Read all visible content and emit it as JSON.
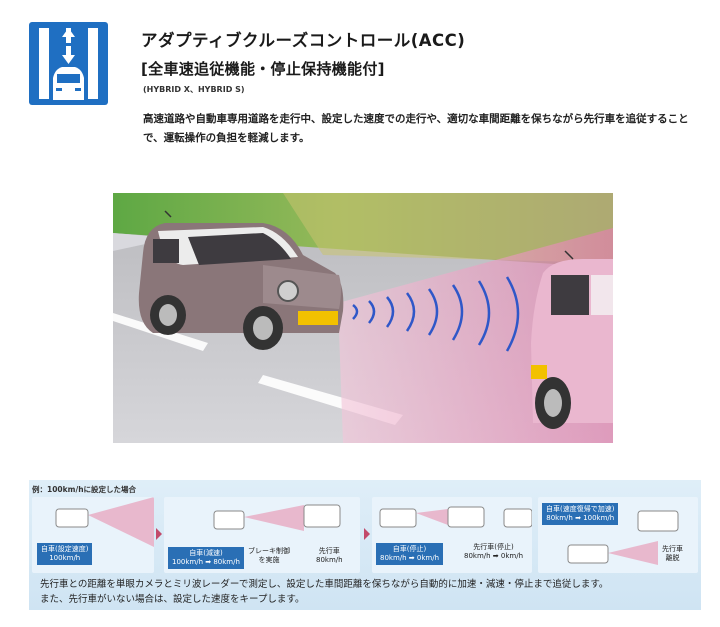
{
  "header": {
    "title": "アダプティブクルーズコントロール(ACC)",
    "subtitle": "[全車速追従機能・停止保持機能付]",
    "models": "(HYBRID X、HYBRID S)",
    "description": "高速道路や自動車専用道路を走行中、設定した速度での走行や、適切な車間距離を保ちながら先行車を追従することで、運転操作の負担を軽減します。",
    "icon": "acc-radar-car-icon"
  },
  "diagram": {
    "example_label": "例：100km/hに設定した場合",
    "panel1": {
      "own_car": "自車(設定速度)\n100km/h"
    },
    "panel2": {
      "own_car": "自車(減速)\n100km/h ➡ 80km/h",
      "brake": "ブレーキ制御\nを実施",
      "lead_car": "先行車\n80km/h"
    },
    "panel3": {
      "own_car": "自車(停止)\n80km/h ➡ 0km/h",
      "lead_car": "先行車(停止)\n80km/h ➡ 0km/h"
    },
    "panel4": {
      "own_car": "自車(速度復帰で加速)\n80km/h ➡ 100km/h",
      "lead_car": "先行車\n離脱"
    },
    "note": "先行車との距離を単眼カメラとミリ波レーダーで測定し、設定した車間距離を保ちながら自動的に加速・減速・停止まで追従します。\nまた、先行車がいない場合は、設定した速度をキープします。"
  },
  "colors": {
    "accent": "#1f6fc2",
    "label_blue": "#2a6fb5",
    "radar_pink": "#d65a8c"
  }
}
